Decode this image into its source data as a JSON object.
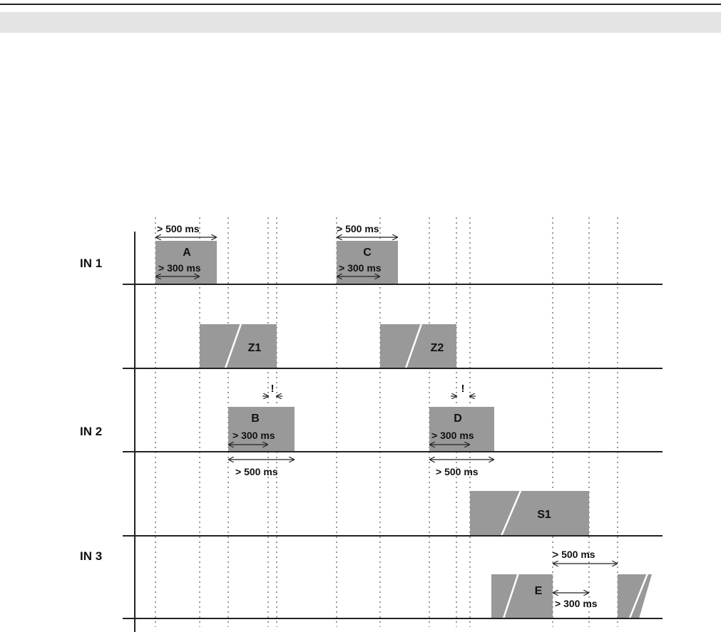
{
  "rows": [
    {
      "id": "in1",
      "label": "IN 1"
    },
    {
      "id": "z",
      "label": ""
    },
    {
      "id": "in2",
      "label": "IN 2"
    },
    {
      "id": "s",
      "label": ""
    },
    {
      "id": "in3",
      "label": "IN 3"
    }
  ],
  "blocks": [
    {
      "id": "A",
      "label": "A",
      "row": "in1"
    },
    {
      "id": "C",
      "label": "C",
      "row": "in1"
    },
    {
      "id": "Z1",
      "label": "Z1",
      "row": "z"
    },
    {
      "id": "Z2",
      "label": "Z2",
      "row": "z"
    },
    {
      "id": "B",
      "label": "B",
      "row": "in2"
    },
    {
      "id": "D",
      "label": "D",
      "row": "in2"
    },
    {
      "id": "S1",
      "label": "S1",
      "row": "s"
    },
    {
      "id": "E",
      "label": "E",
      "row": "in3"
    }
  ],
  "durations": {
    "a_500": "> 500 ms",
    "a_300": "> 300 ms",
    "c_500": "> 500 ms",
    "c_300": "> 300 ms",
    "b_300": "> 300 ms",
    "b_500": "> 500 ms",
    "d_300": "> 300 ms",
    "d_500": "> 500 ms",
    "e_500": "> 500 ms",
    "e_300": "> 300 ms"
  },
  "markers": {
    "b_warning": "!",
    "d_warning": "!"
  },
  "colors": {
    "block_fill": "#999999",
    "line": "#222222"
  }
}
